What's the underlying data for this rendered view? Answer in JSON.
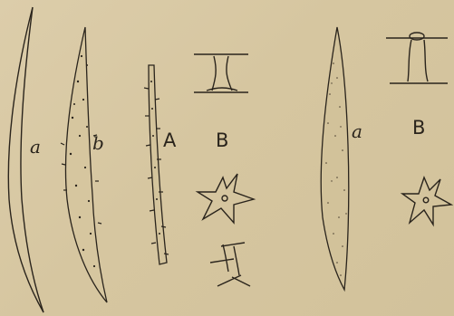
{
  "figure": {
    "labels": {
      "left_a": "a",
      "left_b": "b",
      "left_A": "A",
      "left_B": "B",
      "right_a": "a",
      "right_B": "B"
    },
    "colors": {
      "paper": "#d8c9a4",
      "ink": "#2a241c",
      "stipple": "#4a3f30"
    }
  }
}
